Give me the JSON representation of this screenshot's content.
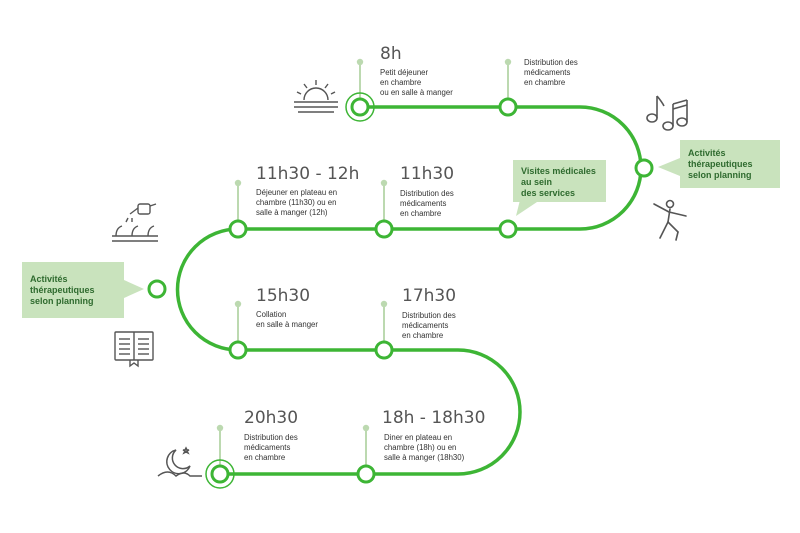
{
  "colors": {
    "road": "#3db535",
    "stem": "#bcd9b0",
    "bubble_bg": "#c9e3bd",
    "bubble_text": "#2f6b2f",
    "icon": "#555555"
  },
  "schedule": [
    {
      "time": "8h",
      "description": "Petit déjeuner\nen chambre\nou en salle à manger"
    },
    {
      "time": "",
      "description": "Distribution des\nmédicaments\nen chambre"
    },
    {
      "time": "11h30 - 12h",
      "description": "Déjeuner en plateau en\nchambre (11h30) ou en\nsalle à manger (12h)"
    },
    {
      "time": "11h30",
      "description": "Distribution des\nmédicaments\nen chambre"
    },
    {
      "time": "15h30",
      "description": "Collation\nen salle à manger"
    },
    {
      "time": "17h30",
      "description": "Distribution des\nmédicaments\nen chambre"
    },
    {
      "time": "20h30",
      "description": "Distribution des\nmédicaments\nen chambre"
    },
    {
      "time": "18h - 18h30",
      "description": "Diner en plateau en\nchambre (18h) ou en\nsalle à manger (18h30)"
    }
  ],
  "callouts": {
    "visites": "Visites médicales\nau sein\ndes services",
    "activites_right": "Activités\nthérapeutiques\nselon planning",
    "activites_left": "Activités\nthérapeutiques\nselon planning"
  },
  "icons": {
    "sunrise": "sunrise-icon",
    "music": "music-notes-icon",
    "dancer": "dancer-icon",
    "gardening": "watering-can-icon",
    "book": "book-icon",
    "night": "moon-icon"
  }
}
